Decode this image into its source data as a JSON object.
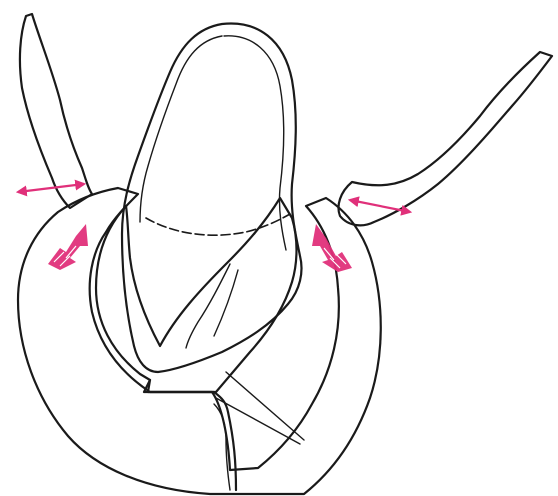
{
  "figure": {
    "description_visible_text": "",
    "colors": {
      "background": "#ffffff",
      "skin_shade": "#f7eeee",
      "bone_shade": "#d9e0e7",
      "bone_hatch": "#c3ccd5",
      "tooth": "#ffffff",
      "outline": "#1a1a1a",
      "arrow_accent": "#e0307a"
    },
    "arrows": [
      {
        "name": "upward-force-left",
        "kind": "thick"
      },
      {
        "name": "upward-force-right",
        "kind": "thick"
      },
      {
        "name": "lateral-expansion-left",
        "kind": "double-headed"
      },
      {
        "name": "lateral-expansion-right",
        "kind": "double-headed"
      }
    ]
  }
}
